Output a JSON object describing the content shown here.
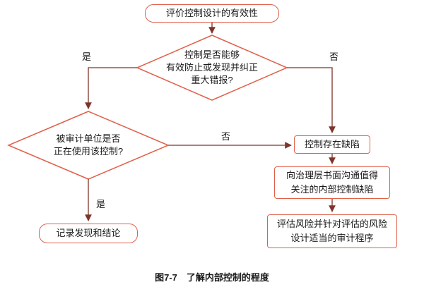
{
  "colors": {
    "node_border": "#e0604a",
    "arrow": "#7d342a",
    "text": "#1a1a1a",
    "background": "#ffffff"
  },
  "nodes": {
    "start": "评价控制设计的有效性",
    "decision1": [
      "控制是否能够",
      "有效防止或发现并纠正",
      "重大错报?"
    ],
    "decision2": [
      "被审计单位是否",
      "正在使用该控制?"
    ],
    "defect": "控制存在缺陷",
    "communicate": [
      "向治理层书面沟通值得",
      "关注的内部控制缺陷"
    ],
    "assess": [
      "评估风险并针对评估的风险",
      "设计适当的审计程序"
    ],
    "record": "记录发现和结论"
  },
  "edge_labels": {
    "d1_yes": "是",
    "d1_no": "否",
    "d2_no": "否",
    "d2_yes": "是"
  },
  "caption": "图7-7　了解内部控制的程度"
}
